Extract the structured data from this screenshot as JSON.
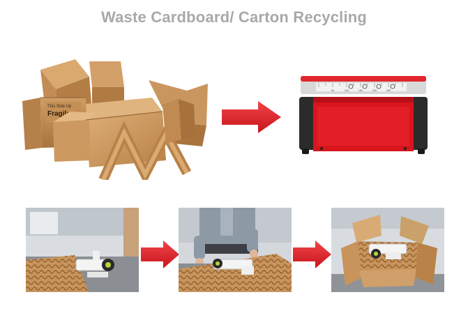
{
  "title": "Waste Cardboard/ Carton Recycling",
  "box_labels": {
    "side": "This Side Up",
    "fragile": "Fragile"
  },
  "machine": {
    "ruler_marks": [
      "50",
      "100",
      "150",
      "200",
      "250"
    ]
  },
  "colors": {
    "title": "#a9a9a9",
    "arrow": "#e3202a",
    "machine_red": "#d8141c",
    "machine_black": "#2b2b2b",
    "cardboard": "#c9955c"
  },
  "icons": {
    "arrow_top": "right-arrow-icon",
    "arrow_bottom_1": "right-arrow-icon",
    "arrow_bottom_2": "right-arrow-icon"
  }
}
